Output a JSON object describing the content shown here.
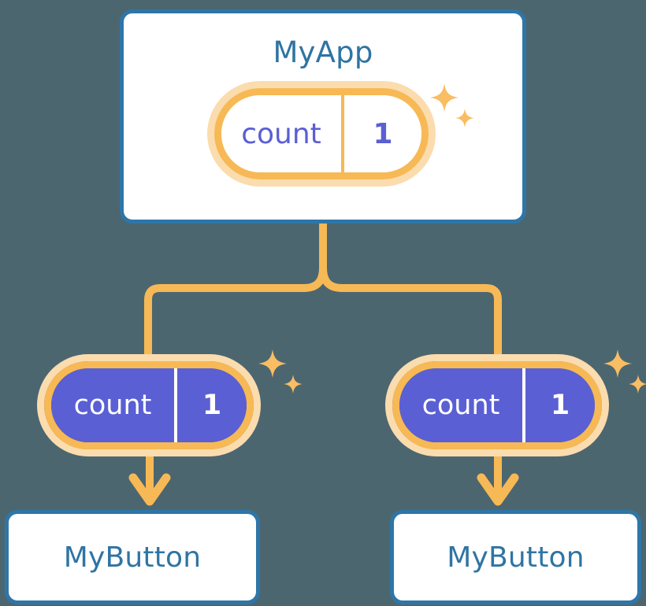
{
  "theme": {
    "background": "#4c6670",
    "card_border": "#2e76a8",
    "card_fill": "#ffffff",
    "title_text": "#2f74a3",
    "pill_ring": "#f7b955",
    "pill_glow": "#fbdcae",
    "pill_fill_solid": "#5a5fd4",
    "pill_text_purple": "#5a5fd4",
    "pill_text_white": "#ffffff",
    "connector": "#f7b955",
    "sparkle": "#f9bd63"
  },
  "diagram": {
    "type": "component-tree",
    "root": {
      "name": "root-component",
      "title": "MyApp",
      "state": {
        "key": "count",
        "value": "1"
      },
      "sparkle_icon": "sparkle-icon"
    },
    "children": [
      {
        "name": "child-left",
        "prop": {
          "key": "count",
          "value": "1"
        },
        "title": "MyButton",
        "sparkle_icon": "sparkle-icon"
      },
      {
        "name": "child-right",
        "prop": {
          "key": "count",
          "value": "1"
        },
        "title": "MyButton",
        "sparkle_icon": "sparkle-icon"
      }
    ],
    "connectors": [
      {
        "name": "root-to-split",
        "style": "orange-line"
      },
      {
        "name": "split-to-left-pill",
        "style": "orange-line"
      },
      {
        "name": "split-to-right-pill",
        "style": "orange-line"
      },
      {
        "name": "left-pill-to-left-button",
        "style": "orange-arrow"
      },
      {
        "name": "right-pill-to-right-button",
        "style": "orange-arrow"
      }
    ]
  }
}
